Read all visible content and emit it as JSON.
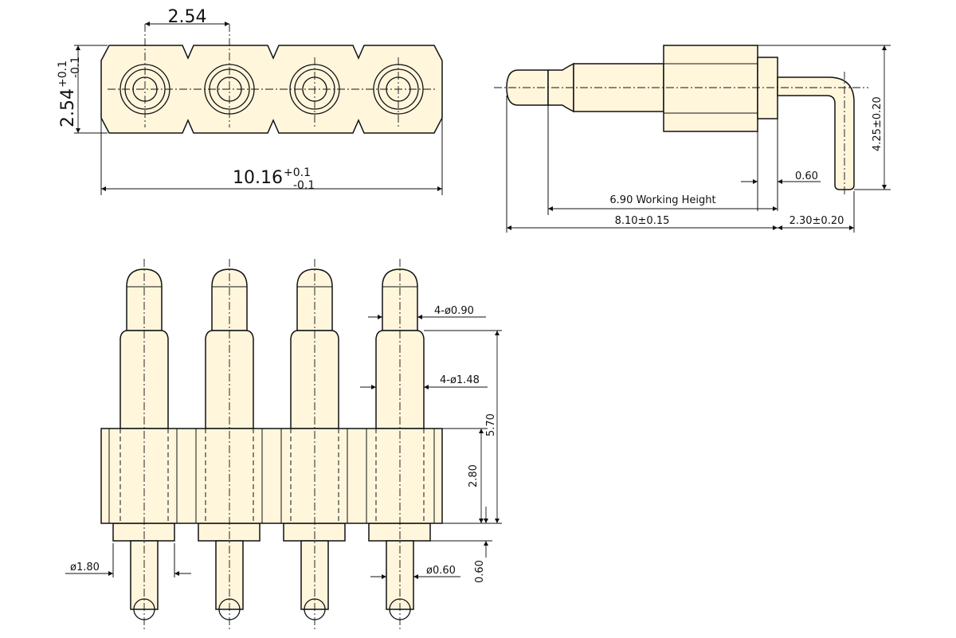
{
  "top_view": {
    "pitch": "2.54",
    "height_value": "2.54",
    "height_tol_plus": "+0.1",
    "height_tol_minus": "-0.1",
    "length_value": "10.16",
    "length_tol_plus": "+0.1",
    "length_tol_minus": "-0.1"
  },
  "side_view": {
    "thickness": "0.60",
    "working_height": "6.90 Working Height",
    "body_length": "8.10±0.15",
    "tail_length": "2.30±0.20",
    "overall_height": "4.25±0.20"
  },
  "front_view": {
    "tip_diameter": "4-ø0.90",
    "plunger_diameter": "4-ø1.48",
    "total_height": "5.70",
    "body_height": "2.80",
    "tail_diameter": "ø1.80",
    "pin_diameter": "ø0.60",
    "bottom_offset": "0.60"
  }
}
